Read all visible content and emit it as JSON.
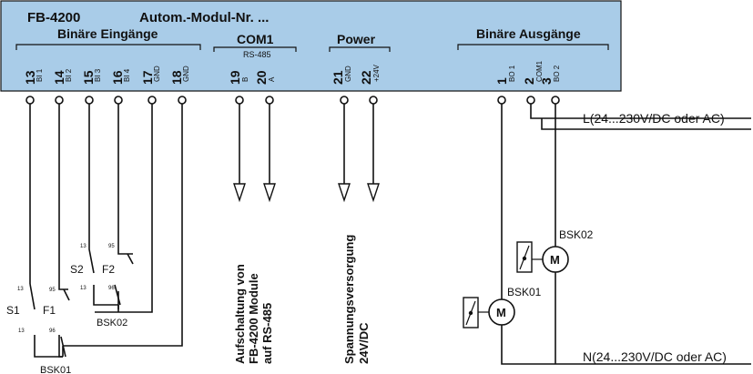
{
  "module": {
    "name": "FB-4200",
    "model_label": "Autom.-Modul-Nr. ...",
    "box_color": "#a9cce8",
    "groups": [
      {
        "id": "binary-inputs",
        "label": "Binäre Eingänge"
      },
      {
        "id": "com1",
        "label": "COM1",
        "sublabel": "RS-485"
      },
      {
        "id": "power",
        "label": "Power"
      },
      {
        "id": "binary-outputs",
        "label": "Binäre Ausgänge"
      }
    ],
    "terminals": [
      {
        "num": "13",
        "sig": "BI 1"
      },
      {
        "num": "14",
        "sig": "BI 2"
      },
      {
        "num": "15",
        "sig": "BI 3"
      },
      {
        "num": "16",
        "sig": "BI 4"
      },
      {
        "num": "17",
        "sig": "GND"
      },
      {
        "num": "18",
        "sig": "GND"
      },
      {
        "num": "19",
        "sig": "B"
      },
      {
        "num": "20",
        "sig": "A"
      },
      {
        "num": "21",
        "sig": "GND"
      },
      {
        "num": "22",
        "sig": "+24V"
      },
      {
        "num": "1",
        "sig": "BO 1"
      },
      {
        "num": "2",
        "sig": "COM1"
      },
      {
        "num": "3",
        "sig": "BO 2"
      }
    ]
  },
  "labels": {
    "bus_note": [
      "Aufschaltung von",
      "FB-4200 Module",
      "auf RS-485"
    ],
    "power_note": [
      "Spannungsversorgung",
      "24V/DC"
    ],
    "line_L": "L(24...230V/DC oder AC)",
    "line_N": "N(24...230V/DC oder AC)",
    "motor_symbol": "M"
  },
  "switches": {
    "s1": "S1",
    "f1": "F1",
    "s2": "S2",
    "f2": "F2",
    "bsk01": "BSK01",
    "bsk02": "BSK02",
    "contact_labels": {
      "c13": "13",
      "c95": "95",
      "c96": "96"
    }
  },
  "actuators": [
    {
      "id": "bsk01",
      "label": "BSK01"
    },
    {
      "id": "bsk02",
      "label": "BSK02"
    }
  ]
}
